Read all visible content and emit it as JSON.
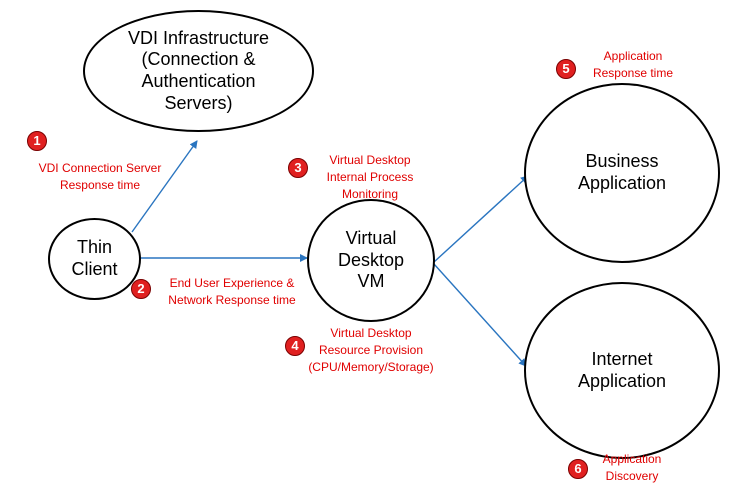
{
  "colors": {
    "edge": "#2a75c0",
    "annotation": "#e00000",
    "badge": "#e02020",
    "node_border": "#000000"
  },
  "nodes": {
    "vdi_infrastructure": "VDI Infrastructure\n(Connection &\nAuthentication\nServers)",
    "thin_client": "Thin\nClient",
    "virtual_desktop_vm": "Virtual\nDesktop\nVM",
    "business_application": "Business\nApplication",
    "internet_application": "Internet\nApplication"
  },
  "edges": [
    {
      "from": "thin_client",
      "to": "vdi_infrastructure"
    },
    {
      "from": "thin_client",
      "to": "virtual_desktop_vm"
    },
    {
      "from": "virtual_desktop_vm",
      "to": "business_application"
    },
    {
      "from": "virtual_desktop_vm",
      "to": "internet_application"
    }
  ],
  "annotations": [
    {
      "number": "1",
      "text": "VDI Connection Server\nResponse time"
    },
    {
      "number": "2",
      "text": "End User Experience &\nNetwork Response time"
    },
    {
      "number": "3",
      "text": "Virtual Desktop\nInternal Process\nMonitoring"
    },
    {
      "number": "4",
      "text": "Virtual Desktop\nResource Provision\n(CPU/Memory/Storage)"
    },
    {
      "number": "5",
      "text": "Application\nResponse time"
    },
    {
      "number": "6",
      "text": "Application\nDiscovery"
    }
  ]
}
